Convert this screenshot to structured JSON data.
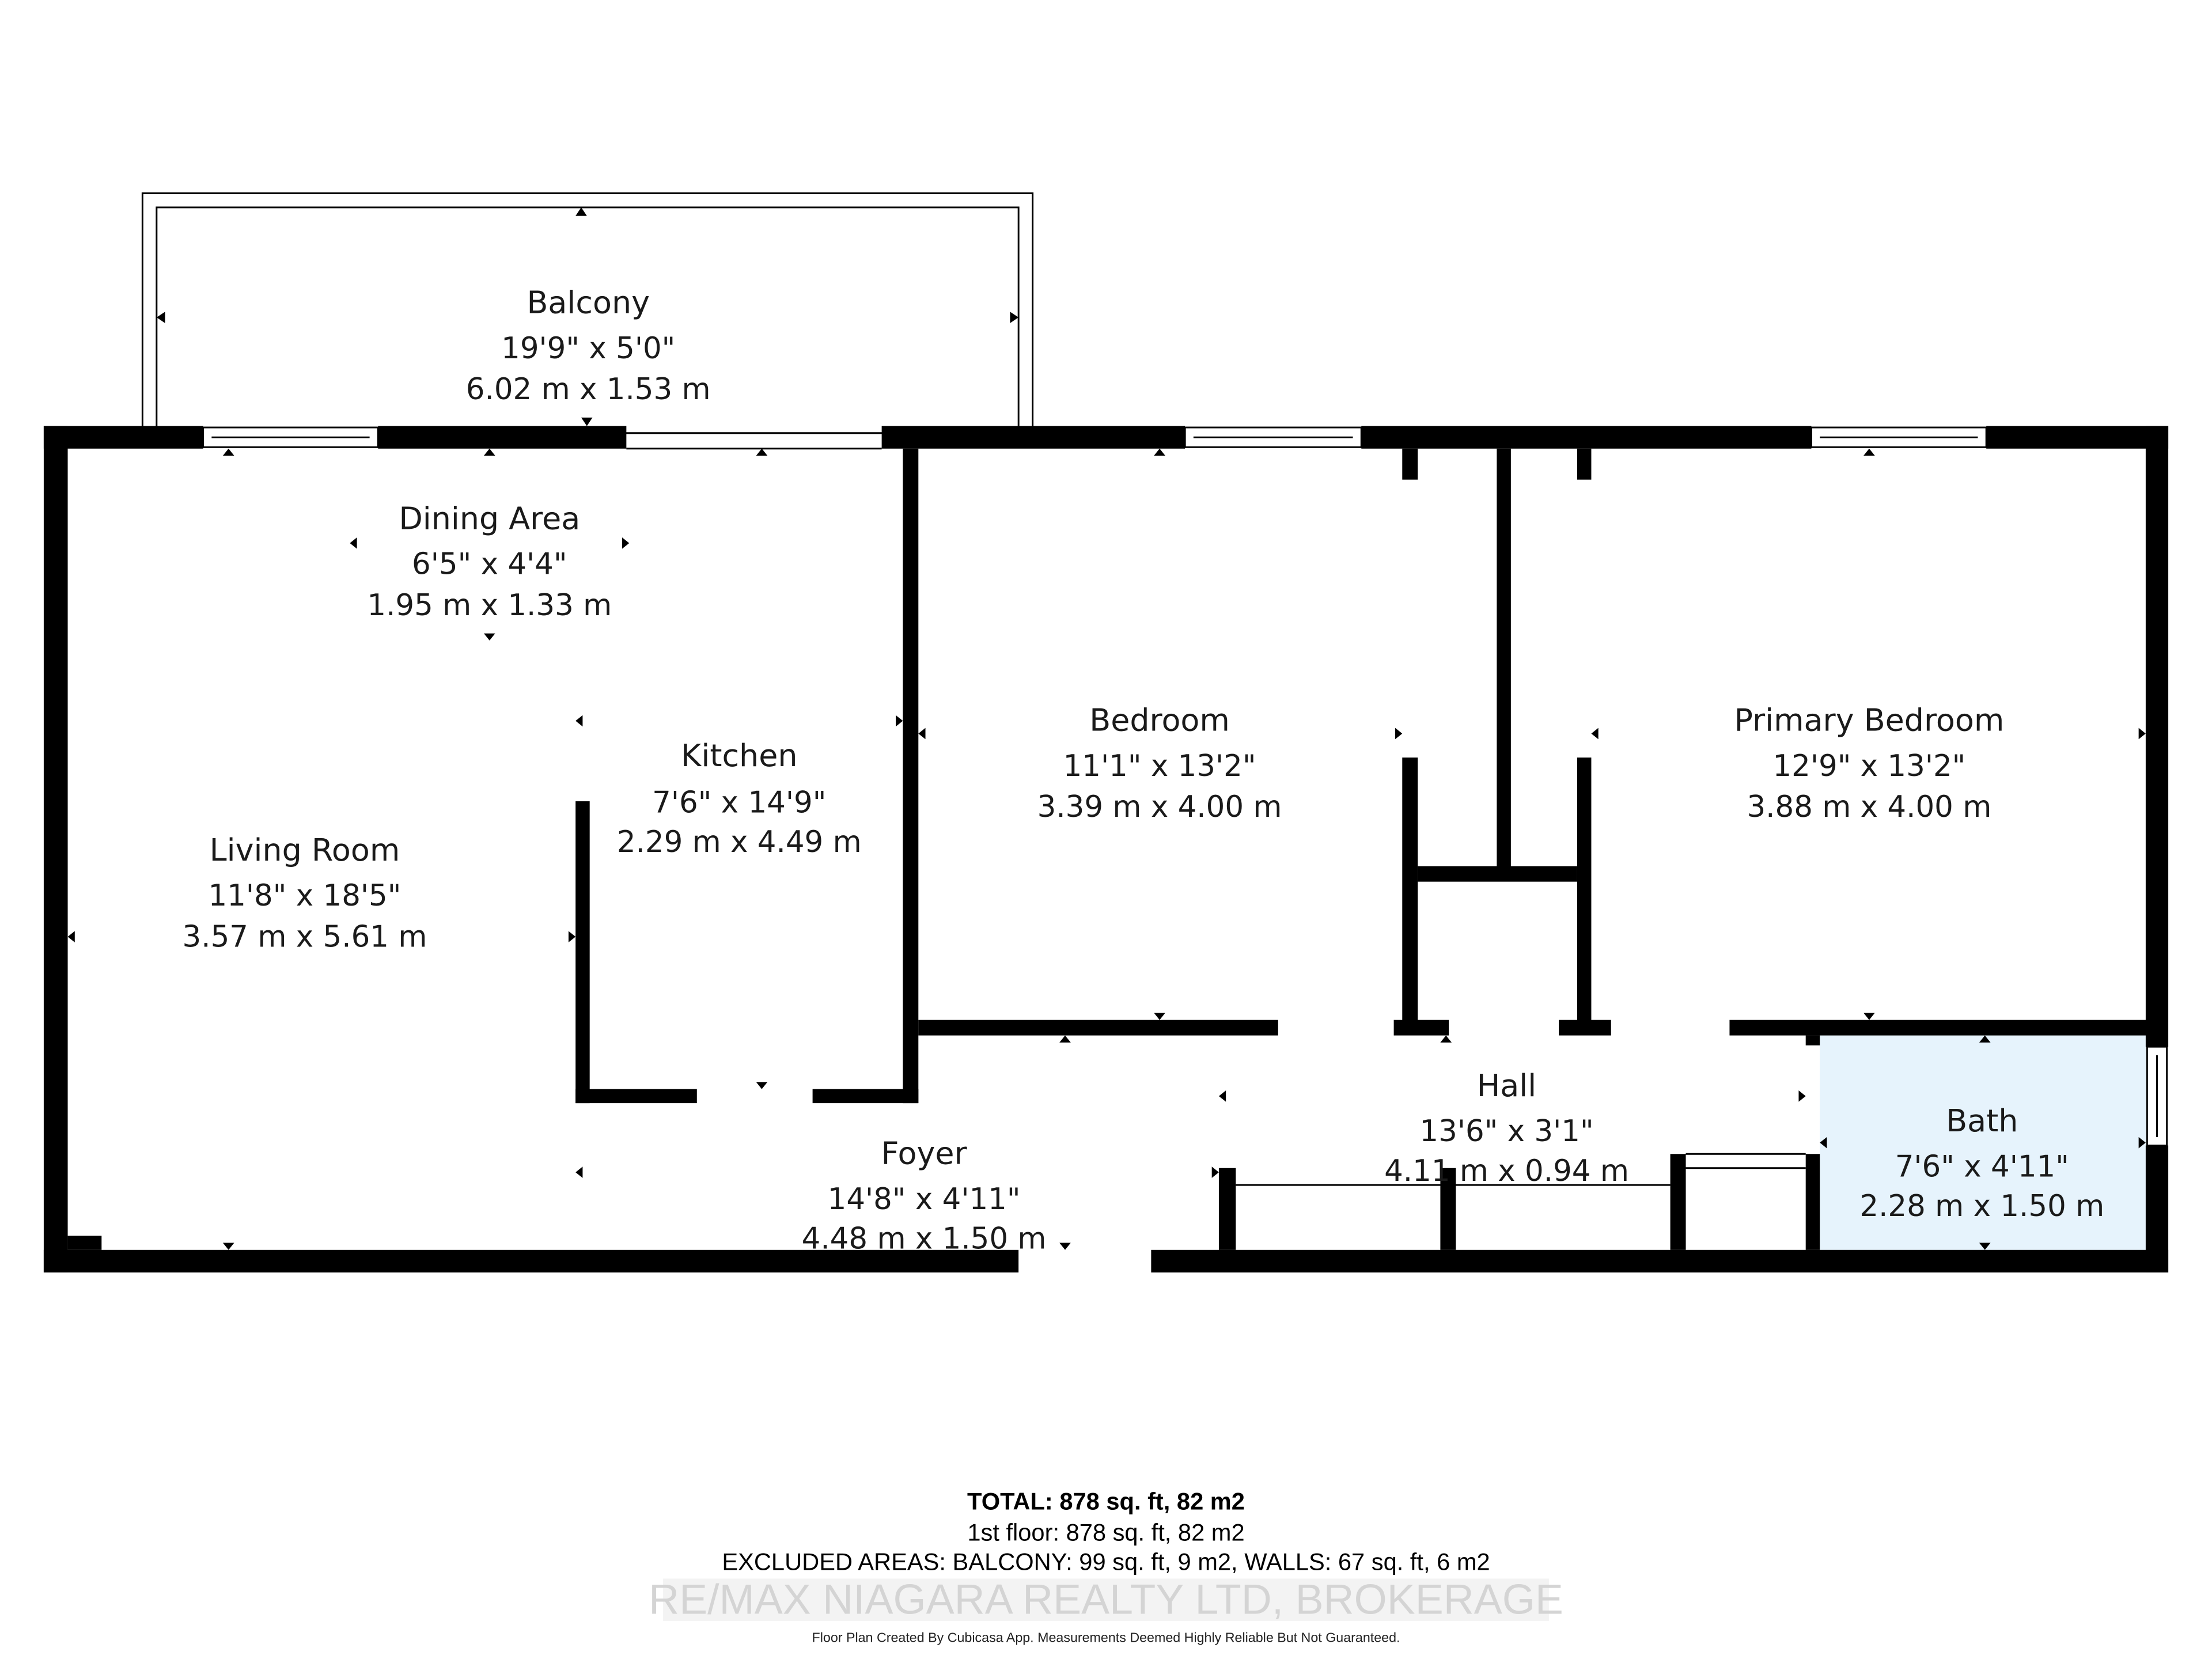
{
  "rooms": {
    "balcony": {
      "name": "Balcony",
      "imperial": "19'9\" x 5'0\"",
      "metric": "6.02 m x 1.53 m"
    },
    "dining": {
      "name": "Dining Area",
      "imperial": "6'5\" x 4'4\"",
      "metric": "1.95 m x 1.33 m"
    },
    "kitchen": {
      "name": "Kitchen",
      "imperial": "7'6\" x 14'9\"",
      "metric": "2.29 m x 4.49 m"
    },
    "living": {
      "name": "Living Room",
      "imperial": "11'8\" x 18'5\"",
      "metric": "3.57 m x 5.61 m"
    },
    "bedroom": {
      "name": "Bedroom",
      "imperial": "11'1\" x 13'2\"",
      "metric": "3.39 m x 4.00 m"
    },
    "primary": {
      "name": "Primary Bedroom",
      "imperial": "12'9\" x 13'2\"",
      "metric": "3.88 m x 4.00 m"
    },
    "hall": {
      "name": "Hall",
      "imperial": "13'6\" x 3'1\"",
      "metric": "4.11 m x 0.94 m"
    },
    "foyer": {
      "name": "Foyer",
      "imperial": "14'8\" x 4'11\"",
      "metric": "4.48 m x 1.50 m"
    },
    "bath": {
      "name": "Bath",
      "imperial": "7'6\" x 4'11\"",
      "metric": "2.28 m x 1.50 m"
    }
  },
  "summary": {
    "total": "TOTAL: 878 sq. ft, 82 m2",
    "floor": "1st floor: 878 sq. ft, 82 m2",
    "excluded": "EXCLUDED AREAS: BALCONY: 99 sq. ft, 9 m2, WALLS: 67 sq. ft, 6 m2",
    "watermark": "RE/MAX NIAGARA REALTY LTD, BROKERAGE",
    "disclaimer": "Floor Plan Created By Cubicasa App. Measurements Deemed Highly Reliable But Not Guaranteed."
  },
  "colors": {
    "wall": "#000000",
    "bath_fill": "#e6f3fc",
    "background": "#ffffff"
  }
}
